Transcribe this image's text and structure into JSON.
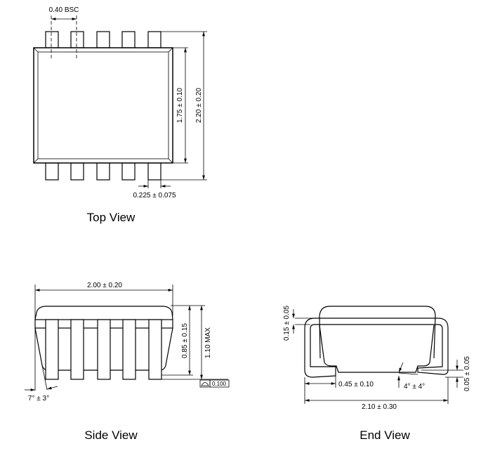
{
  "views": {
    "top": {
      "title": "Top View",
      "pitch": "0.40 BSC",
      "body_width": "1.75 ± 0.10",
      "overall_width": "2.20 ± 0.20",
      "lead_width": "0.225 ± 0.075"
    },
    "side": {
      "title": "Side View",
      "body_length": "2.00 ± 0.20",
      "body_height": "0.85 ± 0.15",
      "max_height": "1.10 MAX",
      "coplanarity": "0.100",
      "draft_angle": "7° ± 3°"
    },
    "end": {
      "title": "End View",
      "lead_thickness": "0.15 ± 0.05",
      "foot_length": "0.45 ± 0.10",
      "foot_angle": "4° ± 4°",
      "standoff": "0.05 ± 0.05",
      "overall_span": "2.10 ± 0.30"
    }
  }
}
